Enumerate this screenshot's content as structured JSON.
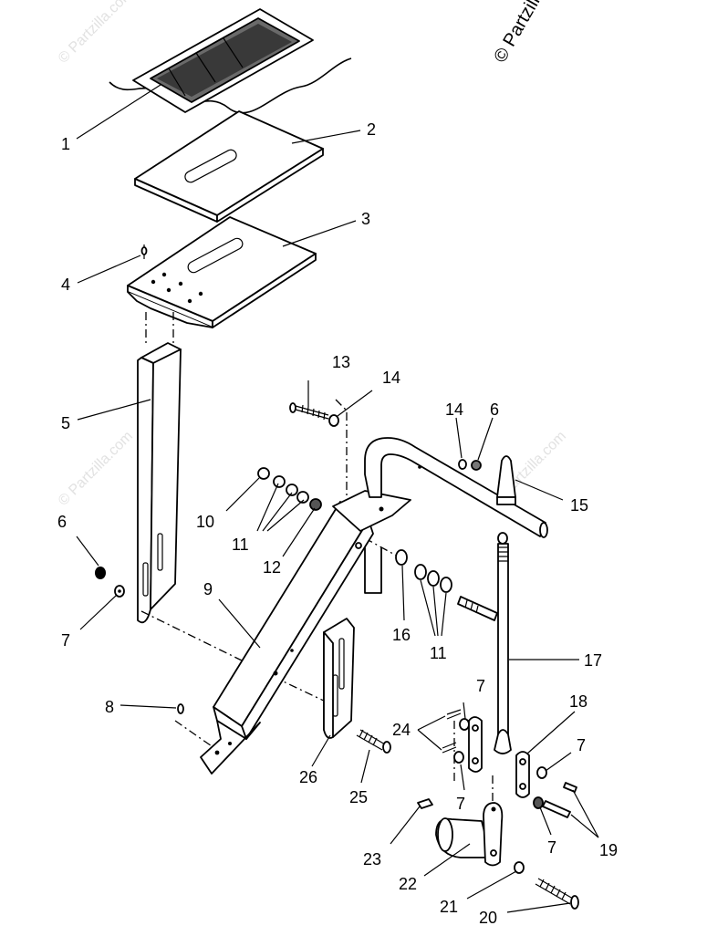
{
  "watermarks": {
    "corner": "© Partzilla.com",
    "faint": "© Partzilla.com"
  },
  "callouts": {
    "c1": "1",
    "c2": "2",
    "c3": "3",
    "c4": "4",
    "c5": "5",
    "c6a": "6",
    "c6b": "6",
    "c7a": "7",
    "c7b": "7",
    "c7c": "7",
    "c7d": "7",
    "c7e": "7",
    "c8": "8",
    "c9": "9",
    "c10": "10",
    "c11a": "11",
    "c11b": "11",
    "c12": "12",
    "c13": "13",
    "c14a": "14",
    "c14b": "14",
    "c15": "15",
    "c16": "16",
    "c17": "17",
    "c18": "18",
    "c19": "19",
    "c20": "20",
    "c21": "21",
    "c22": "22",
    "c23": "23",
    "c24": "24",
    "c25": "25",
    "c26": "26"
  }
}
